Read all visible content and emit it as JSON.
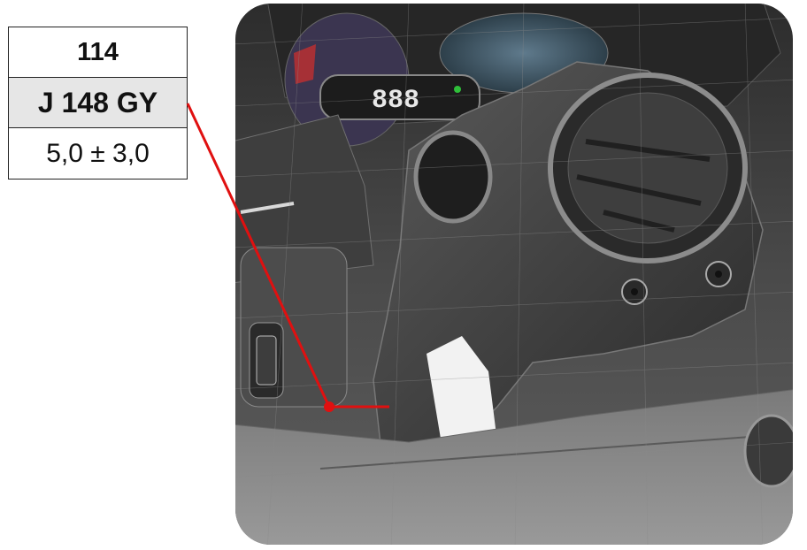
{
  "label": {
    "number": "114",
    "code": "J 148 GY",
    "tolerance": "5,0 ± 3,0"
  },
  "display": {
    "readout": "888"
  },
  "colors": {
    "leader_line": "#e01010",
    "panel_dark": "#3a3a3a",
    "panel_mid": "#6b6b6b",
    "panel_light": "#b5b5b5"
  }
}
